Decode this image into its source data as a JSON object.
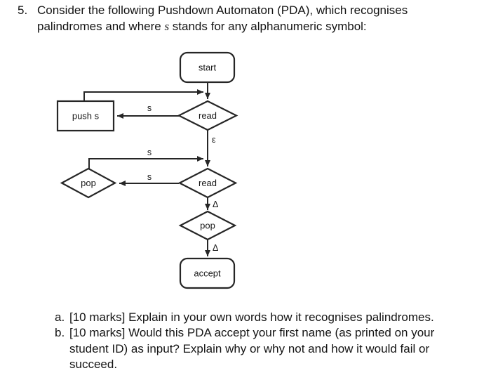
{
  "question": {
    "number": "5.",
    "line1": "Consider the following Pushdown Automaton (PDA), which recognises",
    "line2_before": "palindromes and where ",
    "line2_italic": "s",
    "line2_after": " stands for any alphanumeric symbol:"
  },
  "diagram": {
    "stroke_color": "#262626",
    "nodes": {
      "start": "start",
      "read_top": "read",
      "push": "push s",
      "pop_left": "pop",
      "read_bottom": "read",
      "pop_bottom": "pop",
      "accept": "accept"
    },
    "edge_labels": {
      "s_read_push": "s",
      "epsilon": "ε",
      "s_pop_loop": "s",
      "s_read_pop": "s",
      "delta_read_pop": "Δ",
      "delta_pop_accept": "Δ"
    }
  },
  "parts": [
    {
      "label": "a.",
      "lines": [
        "[10 marks] Explain in your own words how it recognises palindromes."
      ]
    },
    {
      "label": "b.",
      "lines": [
        "[10 marks] Would this PDA accept your first name (as printed on your",
        "student ID) as input? Explain why or why not and how it would fail or",
        "succeed."
      ]
    }
  ]
}
